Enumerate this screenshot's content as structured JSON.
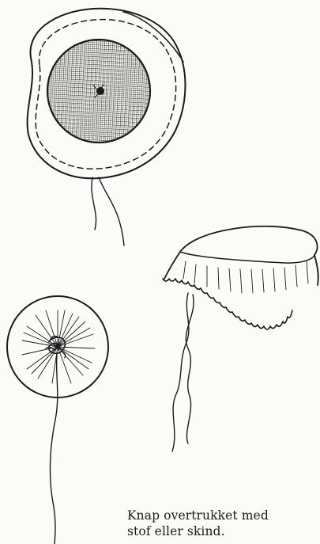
{
  "caption": {
    "line1": "Knap overtrukket med",
    "line2": "stof eller skind."
  },
  "colors": {
    "ink": "#1b1b1b",
    "paper": "#fbfbfa",
    "hatch": "#2a2a2a"
  },
  "figures": [
    {
      "name": "fabric-circle-with-button-mold",
      "icon": "button-mold-on-fabric-icon"
    },
    {
      "name": "gathered-fabric-cover",
      "icon": "gathered-cover-icon"
    },
    {
      "name": "finished-covered-button-back",
      "icon": "button-back-stitches-icon"
    }
  ]
}
